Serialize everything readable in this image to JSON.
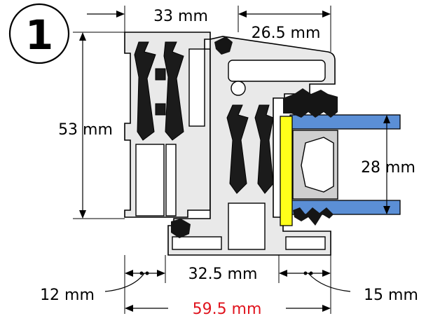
{
  "badge": {
    "number": "1"
  },
  "dimensions": {
    "frame_width": "33 mm",
    "sash_width": "26.5 mm",
    "height": "53 mm",
    "glazing": "28 mm",
    "inner_width": "32.5 mm",
    "left_offset": "12 mm",
    "right_offset": "15 mm",
    "total_depth": "59.5 mm"
  },
  "colors": {
    "total_depth": "#e0141e",
    "glass": "#5b8fd6",
    "spacer": "#ffff1a",
    "profile": "#e9e9e9",
    "gasket": "#151515"
  }
}
